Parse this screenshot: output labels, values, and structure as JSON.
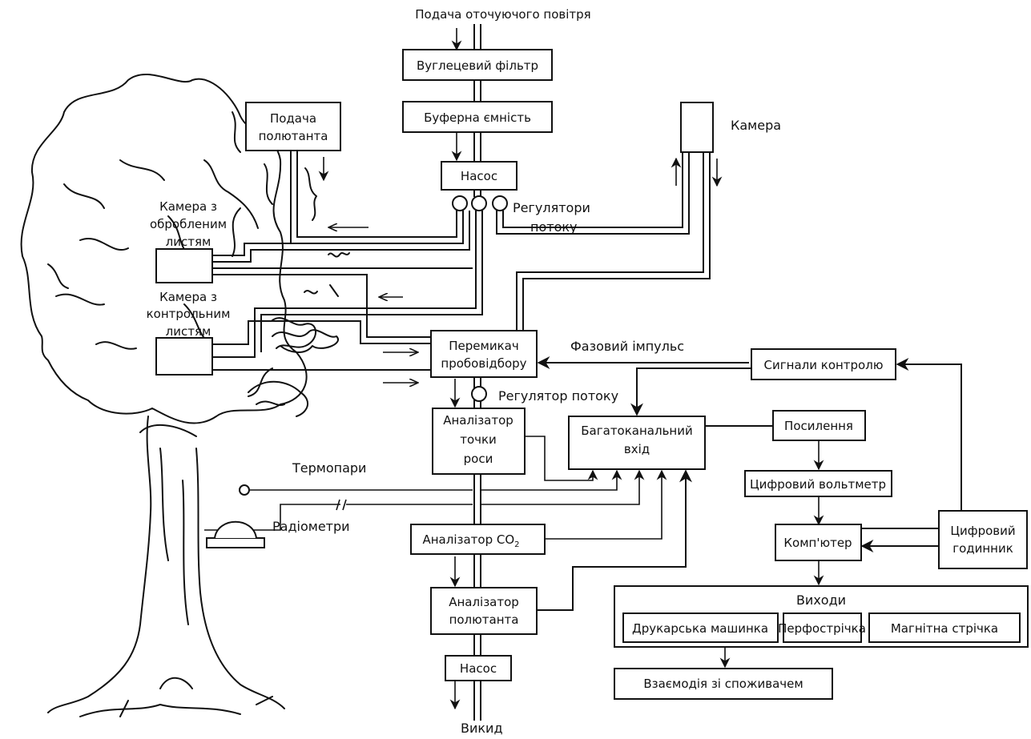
{
  "labels": {
    "air_supply": "Подача оточуючого повітря",
    "carbon_filter": "Вуглецевий фільтр",
    "buffer_tank": "Буферна ємність",
    "pump_top": "Насос",
    "pollutant_supply_1": "Подача",
    "pollutant_supply_2": "полютанта",
    "chamber": "Камера",
    "flow_regulators_1": "Регулятори",
    "flow_regulators_2": "потоку",
    "treated_chamber_1": "Камера з",
    "treated_chamber_2": "обробленим",
    "treated_chamber_3": "листям",
    "control_chamber_1": "Камера з",
    "control_chamber_2": "контрольним",
    "control_chamber_3": "листям",
    "sampling_switch_1": "Перемикач",
    "sampling_switch_2": "пробовідбору",
    "phase_pulse": "Фазовий імпульс",
    "control_signals": "Сигнали контролю",
    "flow_regulator": "Регулятор потоку",
    "dewpoint_1": "Аналізатор",
    "dewpoint_2": "точки",
    "dewpoint_3": "роси",
    "multichannel_1": "Багатоканальний",
    "multichannel_2": "вхід",
    "amplification": "Посилення",
    "thermocouples": "Термопари",
    "radiometers": "Радіометри",
    "digital_voltmeter": "Цифровий вольтметр",
    "co2_analyzer": "Аналізатор СО",
    "co2_sub": "2",
    "computer": "Комп'ютер",
    "digital_clock_1": "Цифровий",
    "digital_clock_2": "годинник",
    "pollutant_analyzer_1": "Аналізатор",
    "pollutant_analyzer_2": "полютанта",
    "outputs": "Виходи",
    "typewriter": "Друкарська машинка",
    "punched_tape": "Перфострічка",
    "magnetic_tape": "Магнітна стрічка",
    "pump_bottom": "Насос",
    "user_interaction": "Взаємодія зі споживачем",
    "exhaust": "Викид"
  }
}
